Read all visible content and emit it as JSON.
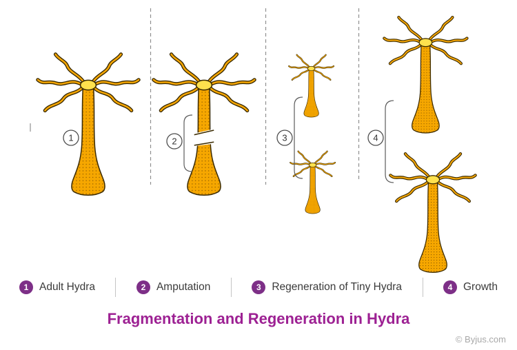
{
  "title": "Fragmentation and Regeneration in Hydra",
  "copyright": "© Byjus.com",
  "stages": [
    {
      "num": "1",
      "label": "Adult Hydra"
    },
    {
      "num": "2",
      "label": "Amputation"
    },
    {
      "num": "3",
      "label": "Regeneration of Tiny Hydra"
    },
    {
      "num": "4",
      "label": "Growth"
    }
  ],
  "colors": {
    "hydra_body": "#f6a700",
    "hydra_outline": "#3a2a00",
    "hydra_head": "#ffe14d",
    "legend_badge": "#7d2f87",
    "title_text": "#9d2193",
    "label_text": "#3a3a3a",
    "copyright_text": "#a8a8a8",
    "separator": "#8f8f8f"
  }
}
